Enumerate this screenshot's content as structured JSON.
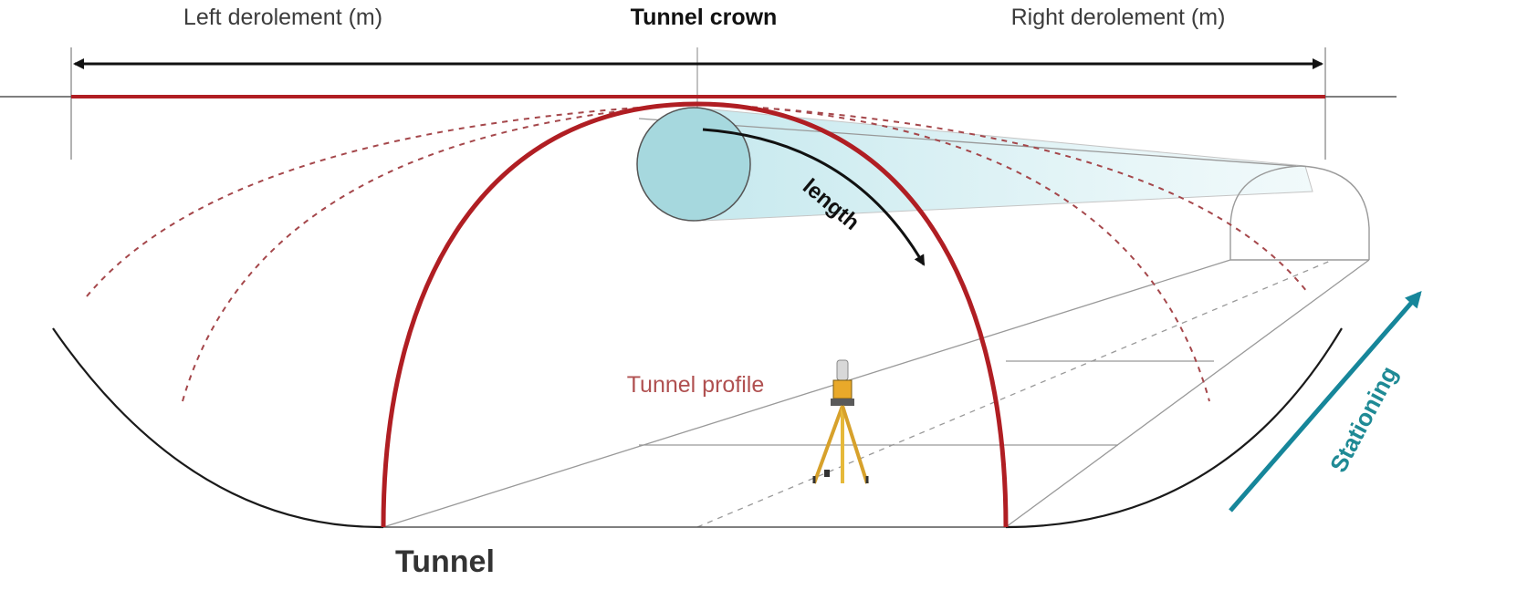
{
  "labels": {
    "left_derolement": "Left derolement (m)",
    "tunnel_crown": "Tunnel crown",
    "right_derolement": "Right derolement (m)",
    "length": "length",
    "tunnel_profile": "Tunnel profile",
    "stationing": "Stationing",
    "tunnel": "Tunnel"
  },
  "colors": {
    "profile_red": "#b01e23",
    "dashed_red": "#a5474b",
    "scan_circle_fill": "#a6d8de",
    "stationing_teal": "#16869a",
    "line_dark": "#1a1a1a",
    "line_grey": "#8a8a8a"
  },
  "icons": {
    "scanner": "total-station-tripod-icon"
  }
}
